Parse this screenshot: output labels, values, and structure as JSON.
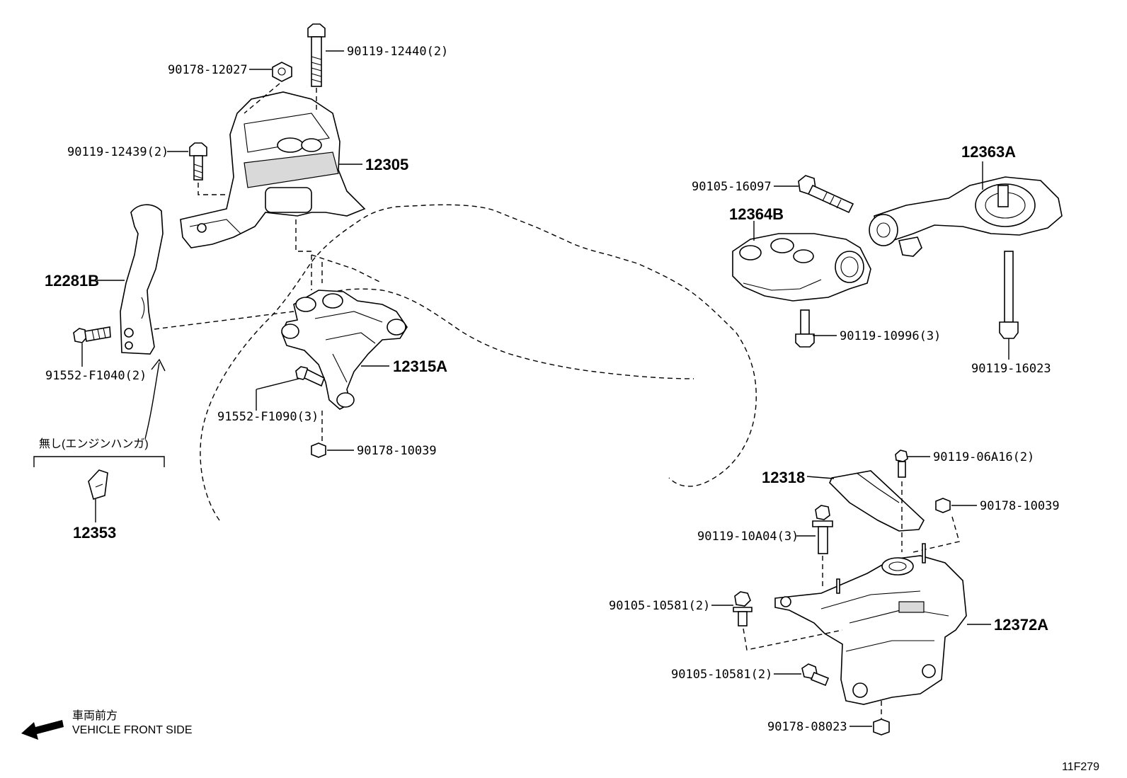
{
  "parts": {
    "p12305": "12305",
    "p12281b": "12281B",
    "p12315a": "12315A",
    "p12353": "12353",
    "p12363a": "12363A",
    "p12364b": "12364B",
    "p12318": "12318",
    "p12372a": "12372A"
  },
  "fasteners": {
    "f_90119_12440": "90119-12440(2)",
    "f_90178_12027": "90178-12027",
    "f_90119_12439": "90119-12439(2)",
    "f_91552_f1040": "91552-F1040(2)",
    "f_91552_f1090": "91552-F1090(3)",
    "f_90178_10039_a": "90178-10039",
    "f_90105_16097": "90105-16097",
    "f_90119_10996": "90119-10996(3)",
    "f_90119_16023": "90119-16023",
    "f_90119_06a16": "90119-06A16(2)",
    "f_90178_10039_b": "90178-10039",
    "f_90119_10a04": "90119-10A04(3)",
    "f_90105_10581_a": "90105-10581(2)",
    "f_90105_10581_b": "90105-10581(2)",
    "f_90178_08023": "90178-08023"
  },
  "notes": {
    "no_engine_hanger": "無し(エンジンハンガ)",
    "front_jp": "車両前方",
    "front_en": "VEHICLE FRONT SIDE",
    "figure_code": "11F279"
  },
  "icons": {
    "front_arrow": "arrow-left-icon"
  }
}
